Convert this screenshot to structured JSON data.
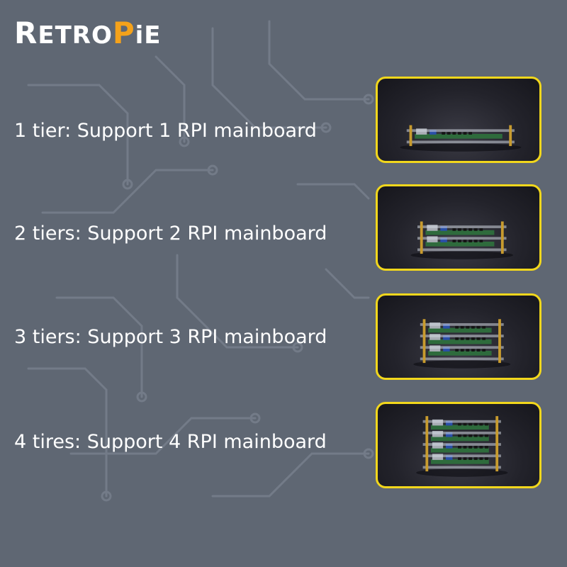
{
  "brand": {
    "logo": {
      "part_a": "R",
      "part_a_rest": "ETRO",
      "part_b": "P",
      "part_c": "iE",
      "colors": {
        "white": "#ffffff",
        "orange": "#f5a21a"
      }
    }
  },
  "tiers": [
    {
      "label": "1 tier: Support 1 RPI mainboard",
      "levels": 1
    },
    {
      "label": "2 tiers: Support 2 RPI mainboard",
      "levels": 2
    },
    {
      "label": "3 tiers: Support 3 RPI mainboard",
      "levels": 3
    },
    {
      "label": "4 tires: Support 4 RPI mainboard",
      "levels": 4
    }
  ],
  "colors": {
    "background": "#5f6773",
    "frame": "#f2d71c",
    "circuit": "#7d8592"
  }
}
